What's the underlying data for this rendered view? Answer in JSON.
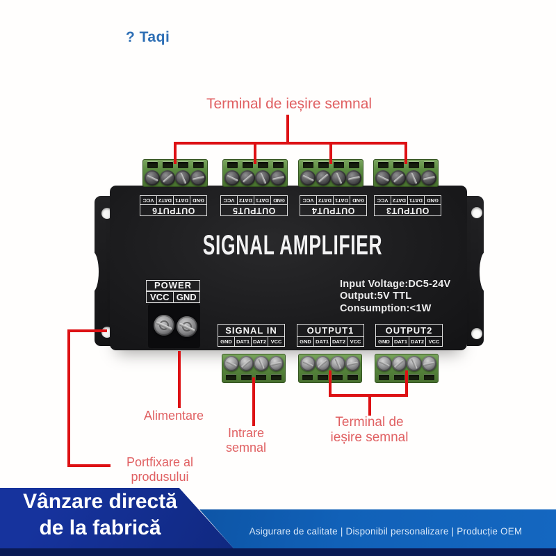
{
  "colors": {
    "accent_red_line": "#dd1114",
    "accent_red_text": "#e06062",
    "brand_blue": "#2e6fb5",
    "banner_blue": "#16339d",
    "band_blue": "#1161b8",
    "strip_navy": "#0a1a55"
  },
  "brand": {
    "text": "? Taqi"
  },
  "callouts": {
    "top_output": {
      "text": "Terminal de ieșire semnal"
    },
    "alimentare": {
      "text": "Alimentare"
    },
    "intrare": {
      "line1": "Intrare",
      "line2": "semnal"
    },
    "iesire_jos": {
      "line1": "Terminal de",
      "line2": "ieșire semnal"
    },
    "portfixare": {
      "line1": "Portfixare al",
      "line2": "produsului"
    }
  },
  "device": {
    "title": "SIGNAL AMPLIFIER",
    "specs": {
      "line1": "Input Voltage:DC5-24V",
      "line2": "Output:5V TTL",
      "line3": "Consumption:<1W"
    },
    "power": {
      "label": "POWER",
      "pin1": "VCC",
      "pin2": "GND"
    },
    "top_ports": [
      {
        "label": "OUTPUT6",
        "pins": [
          "GND",
          "DAT1",
          "DAT2",
          "VCC"
        ]
      },
      {
        "label": "OUTPUT5",
        "pins": [
          "GND",
          "DAT1",
          "DAT2",
          "VCC"
        ]
      },
      {
        "label": "OUTPUT4",
        "pins": [
          "GND",
          "DAT1",
          "DAT2",
          "VCC"
        ]
      },
      {
        "label": "OUTPUT3",
        "pins": [
          "GND",
          "DAT1",
          "DAT2",
          "VCC"
        ]
      }
    ],
    "bottom_ports": [
      {
        "label": "SIGNAL IN",
        "pins": [
          "GND",
          "DAT1",
          "DAT2",
          "VCC"
        ]
      },
      {
        "label": "OUTPUT1",
        "pins": [
          "GND",
          "DAT1",
          "DAT2",
          "VCC"
        ]
      },
      {
        "label": "OUTPUT2",
        "pins": [
          "GND",
          "DAT1",
          "DAT2",
          "VCC"
        ]
      }
    ]
  },
  "footer": {
    "banner_line1": "Vânzare directă",
    "banner_line2": "de la fabrică",
    "tagline": "Asigurare de calitate | Disponibil personalizare | Producție OEM"
  }
}
